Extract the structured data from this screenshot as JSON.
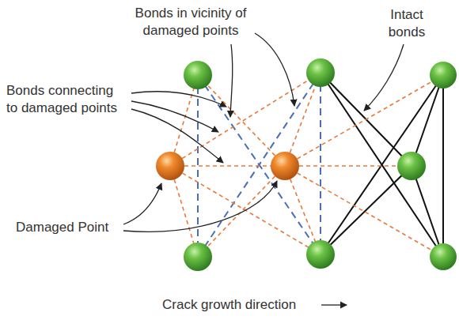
{
  "diagram": {
    "labels": [
      "Bonds in vicinity of damaged points",
      "Intact bonds",
      "Bonds connecting to damaged points",
      "Damaged Point",
      "Crack growth direction"
    ]
  }
}
